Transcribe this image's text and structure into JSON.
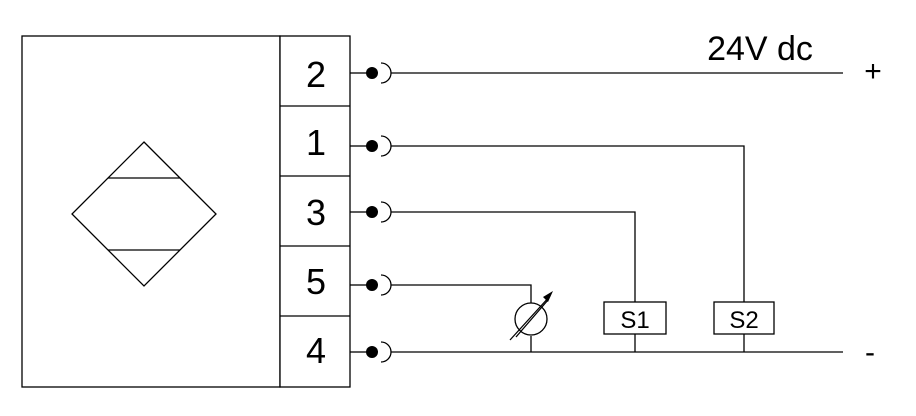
{
  "supply": {
    "voltage_label": "24V dc",
    "positive_label": "+",
    "negative_label": "-"
  },
  "terminals": [
    "2",
    "1",
    "3",
    "5",
    "4"
  ],
  "switches": {
    "s1": "S1",
    "s2": "S2"
  }
}
